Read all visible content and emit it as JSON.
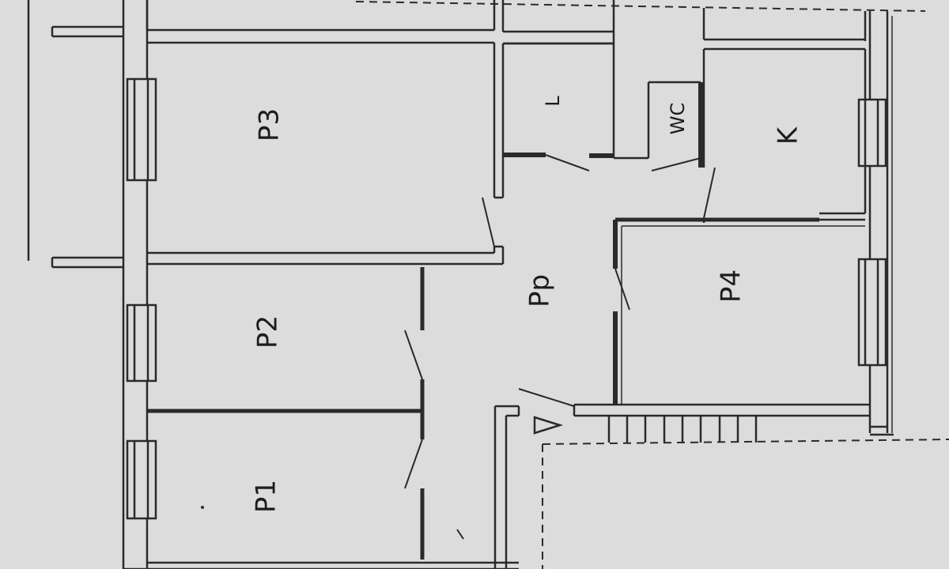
{
  "floor_plan": {
    "rooms": [
      {
        "id": "p1",
        "label": "P1"
      },
      {
        "id": "p2",
        "label": "P2"
      },
      {
        "id": "p3",
        "label": "P3"
      },
      {
        "id": "p4",
        "label": "P4"
      },
      {
        "id": "pp",
        "label": "Pp"
      },
      {
        "id": "k",
        "label": "K"
      },
      {
        "id": "wc",
        "label": "WC"
      },
      {
        "id": "l",
        "label": "L"
      }
    ],
    "colors": {
      "paper": "#dcdcdc",
      "ink": "#1c1c1c",
      "wall": "#2a2a2a"
    }
  }
}
